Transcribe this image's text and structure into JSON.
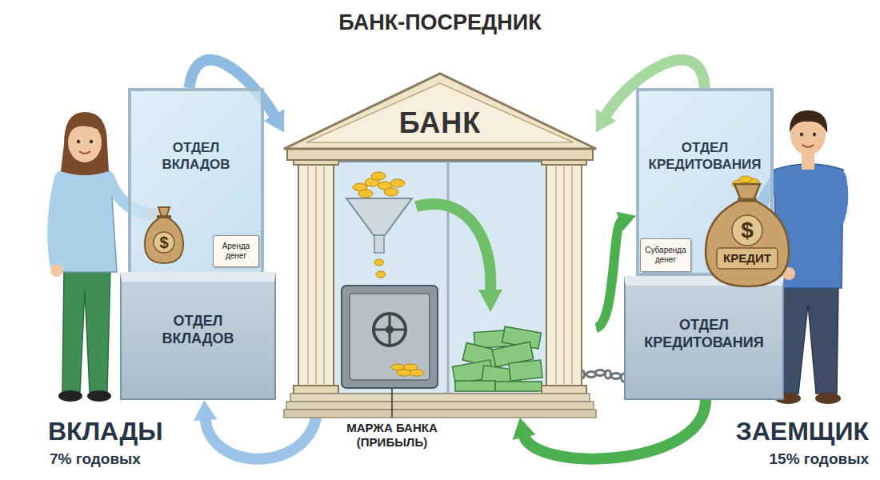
{
  "diagram": {
    "title": "БАНК-ПОСРЕДНИК",
    "nodes": [
      {
        "text": [
          "БАНК"
        ]
      },
      {
        "text": [
          "ОТДЕЛ ВКЛАДОВ"
        ]
      },
      {
        "text": [
          "$"
        ]
      },
      {
        "text": [
          "Аренда денег"
        ]
      },
      {
        "text": [
          "ОТДЕЛ ВКЛАДОВ"
        ]
      },
      {
        "text": [
          "ОТДЕЛ КРЕДИТОВАНИЯ"
        ]
      },
      {
        "text": [
          "Субаренда денег"
        ]
      },
      {
        "text": [
          "$",
          "КРЕДИТ"
        ]
      },
      {
        "text": [
          "ОТДЕЛ КРЕДИТОВАНИЯ"
        ]
      }
    ],
    "edges": [
      {
        "from": 1,
        "to": 0,
        "arrow": "to"
      },
      {
        "from": 5,
        "to": 0,
        "arrow": "to"
      },
      {
        "from": 0,
        "to": 5,
        "arrow": "to"
      },
      {
        "from": 0,
        "to": 4,
        "arrow": "to"
      },
      {
        "from": 8,
        "to": 0,
        "arrow": "to"
      }
    ],
    "labels": [
      "МАРЖА БАНКА (ПРИБЫЛЬ)",
      "ВКЛАДЫ",
      "7% годовых",
      "ЗАЕМЩИК",
      "15% годовых"
    ]
  }
}
